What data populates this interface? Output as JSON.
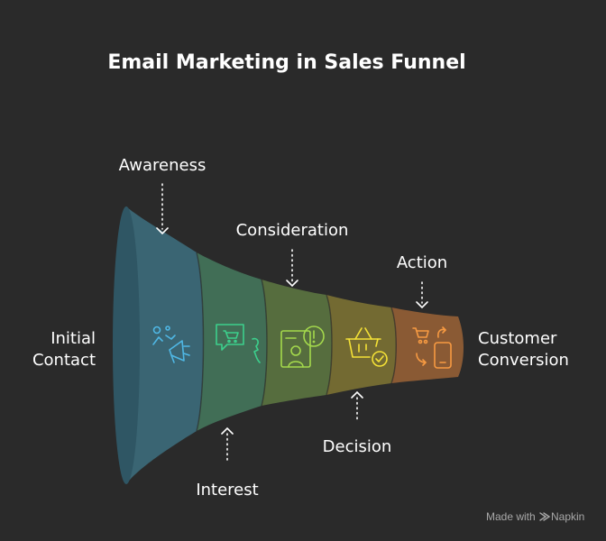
{
  "title": "Email Marketing in Sales Funnel",
  "labels": {
    "awareness": "Awareness",
    "consideration": "Consideration",
    "action": "Action",
    "interest": "Interest",
    "decision": "Decision",
    "initial_contact_line1": "Initial",
    "initial_contact_line2": "Contact",
    "customer_conversion_line1": "Customer",
    "customer_conversion_line2": "Conversion"
  },
  "stages": [
    {
      "name": "Awareness",
      "color": "#3a6573",
      "icon": "megaphone-people-icon",
      "icon_color": "#4fb7e4"
    },
    {
      "name": "Interest",
      "color": "#416e56",
      "icon": "chat-cart-icon",
      "icon_color": "#3ccf8c"
    },
    {
      "name": "Consideration",
      "color": "#566d3e",
      "icon": "person-alert-icon",
      "icon_color": "#a4d94c"
    },
    {
      "name": "Decision",
      "color": "#736a32",
      "icon": "basket-check-icon",
      "icon_color": "#f5e236"
    },
    {
      "name": "Action",
      "color": "#8a5a34",
      "icon": "cart-phone-icon",
      "icon_color": "#f79a42"
    }
  ],
  "watermark": {
    "prefix": "Made with",
    "brand": "Napkin"
  }
}
